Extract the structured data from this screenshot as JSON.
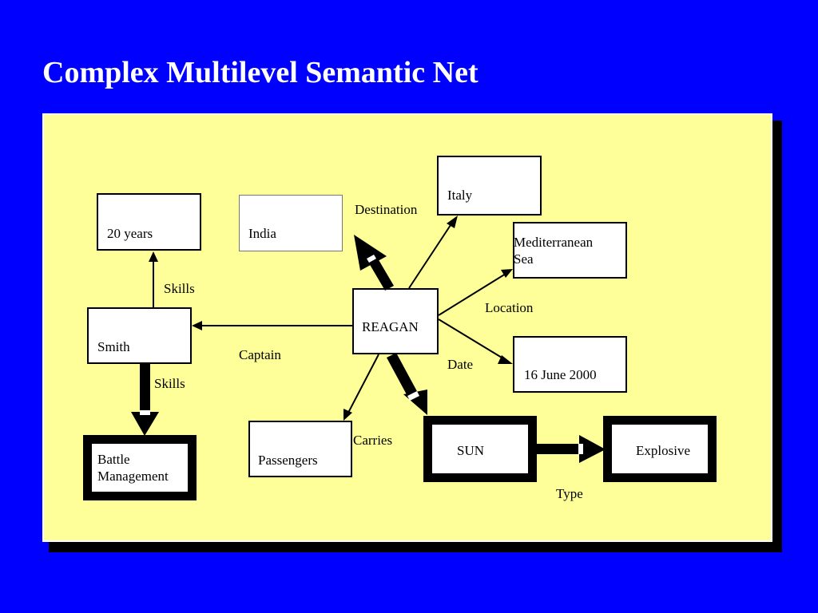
{
  "title": "Complex Multilevel Semantic Net",
  "nodes": {
    "twenty_years": "20 years",
    "india": "India",
    "italy": "Italy",
    "mediterranean": "Mediterranean\nSea",
    "reagan": "REAGAN",
    "smith": "Smith",
    "date_node": "16 June 2000",
    "passengers": "Passengers",
    "battle_management": "Battle\nManagement",
    "sun": "SUN",
    "explosive": "Explosive"
  },
  "edge_labels": {
    "destination": "Destination",
    "skills_upper": "Skills",
    "skills_lower": "Skills",
    "location": "Location",
    "captain": "Captain",
    "date": "Date",
    "carries": "Carries",
    "type": "Type"
  },
  "colors": {
    "background": "#0000ff",
    "panel": "#ffff99",
    "node_fill": "#ffffff",
    "ink": "#000000"
  }
}
